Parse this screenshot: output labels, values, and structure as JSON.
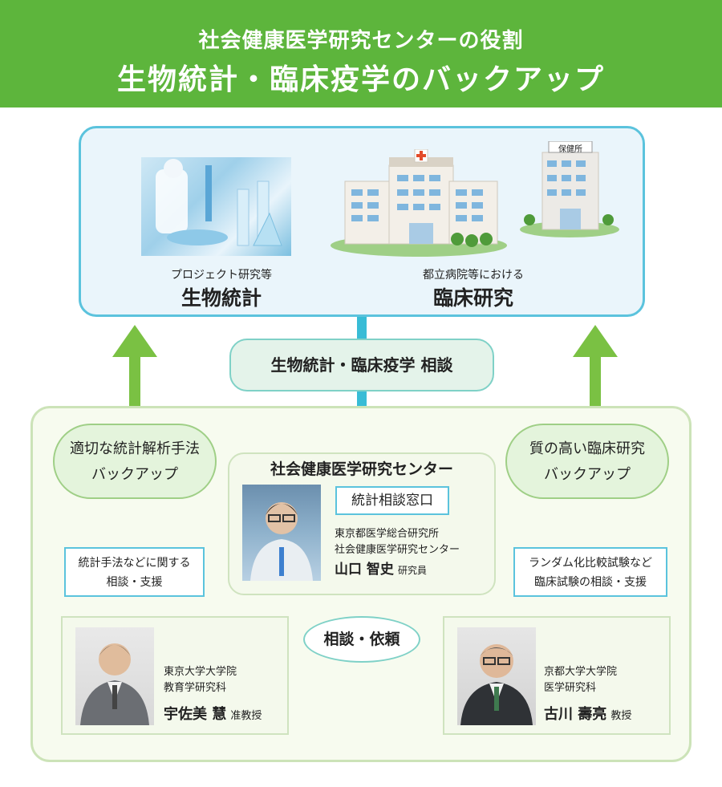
{
  "banner": {
    "line1": "社会健康医学研究センターの役割",
    "line2": "生物統計・臨床疫学のバックアップ"
  },
  "top": {
    "left_small": "プロジェクト研究等",
    "left_big": "生物統計",
    "right_small": "都立病院等における",
    "right_big": "臨床研究",
    "hoken_sign": "保健所"
  },
  "consult_pill": "生物統計・臨床疫学 相談",
  "left_bubble": {
    "line1": "適切な統計解析手法",
    "line2": "バックアップ"
  },
  "right_bubble": {
    "line1": "質の高い臨床研究",
    "line2": "バックアップ"
  },
  "center": {
    "title": "社会健康医学研究センター",
    "window": "統計相談窓口",
    "org1": "東京都医学総合研究所",
    "org2": "社会健康医学研究センター",
    "name": "山口 智史",
    "role": "研究員"
  },
  "left_support": {
    "line1": "統計手法などに関する",
    "line2": "相談・支援"
  },
  "right_support": {
    "line1": "ランダム化比較試験など",
    "line2": "臨床試験の相談・支援"
  },
  "ellipse_label": "相談・依頼",
  "left_person": {
    "org1": "東京大学大学院",
    "org2": "教育学研究科",
    "name": "宇佐美 慧",
    "role": "准教授"
  },
  "right_person": {
    "org1": "京都大学大学院",
    "org2": "医学研究科",
    "name": "古川 壽亮",
    "role": "教授"
  },
  "colors": {
    "green": "#5db53c",
    "arrow_green": "#7ac143",
    "cyan": "#38bcd6"
  }
}
